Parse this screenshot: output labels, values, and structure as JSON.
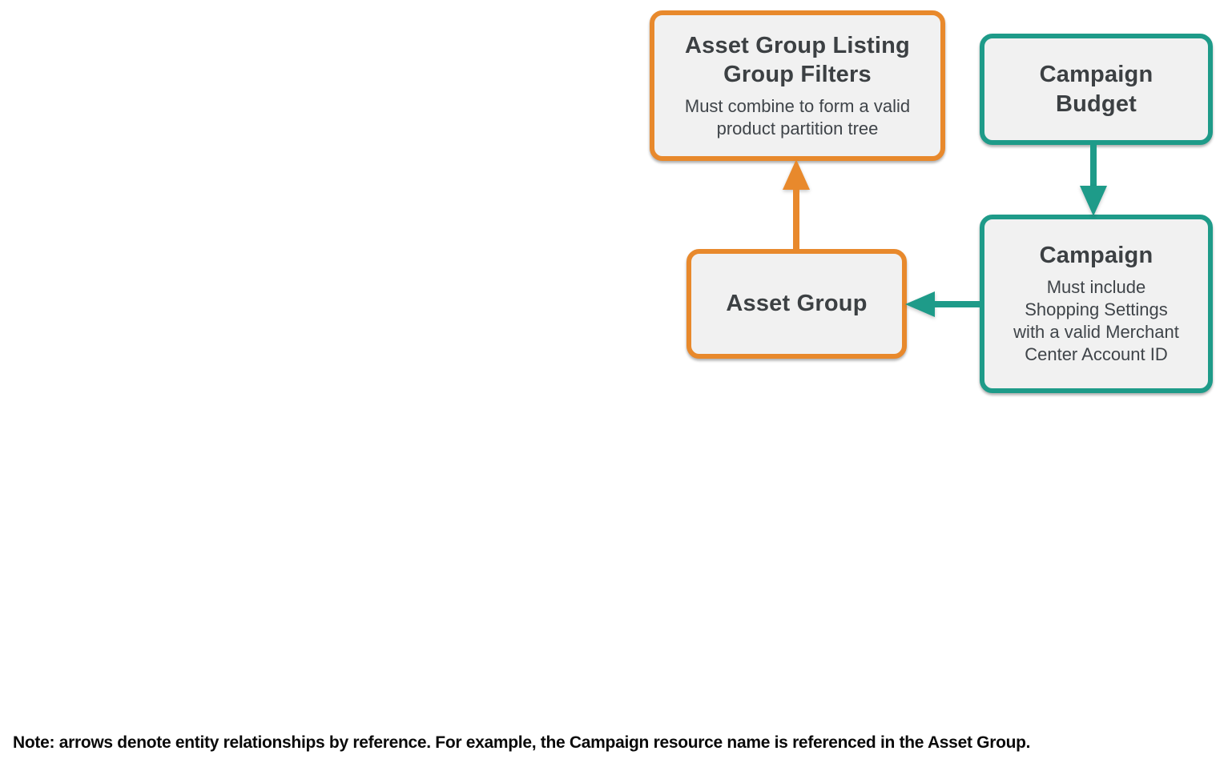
{
  "diagram": {
    "nodes": {
      "listing_filters": {
        "title": "Asset Group Listing\nGroup Filters",
        "subtitle": "Must combine to form a valid\nproduct partition tree",
        "accent_color": "#E8892C"
      },
      "campaign_budget": {
        "title": "Campaign\nBudget",
        "accent_color": "#1E9B89"
      },
      "campaign": {
        "title": "Campaign",
        "subtitle": "Must include\nShopping Settings\nwith a valid Merchant\nCenter Account ID",
        "accent_color": "#1E9B89"
      },
      "asset_group": {
        "title": "Asset Group",
        "accent_color": "#E8892C"
      }
    },
    "arrows": {
      "asset_group_to_listing_filters": {
        "from": "Asset Group",
        "to": "Asset Group Listing Group Filters",
        "direction": "up",
        "color": "#E8892C"
      },
      "campaign_budget_to_campaign": {
        "from": "Campaign Budget",
        "to": "Campaign",
        "direction": "down",
        "color": "#1E9B89"
      },
      "campaign_to_asset_group": {
        "from": "Campaign",
        "to": "Asset Group",
        "direction": "left",
        "color": "#1E9B89"
      }
    }
  },
  "note": {
    "text": "Note: arrows denote entity relationships by reference. For example, the Campaign resource name is referenced in the Asset Group."
  },
  "colors": {
    "orange_accent": "#E8892C",
    "teal_accent": "#1E9B89",
    "box_fill": "#F1F1F1",
    "title_text": "#3C4043",
    "note_text": "#0A0A0A",
    "background": "#FFFFFF"
  }
}
